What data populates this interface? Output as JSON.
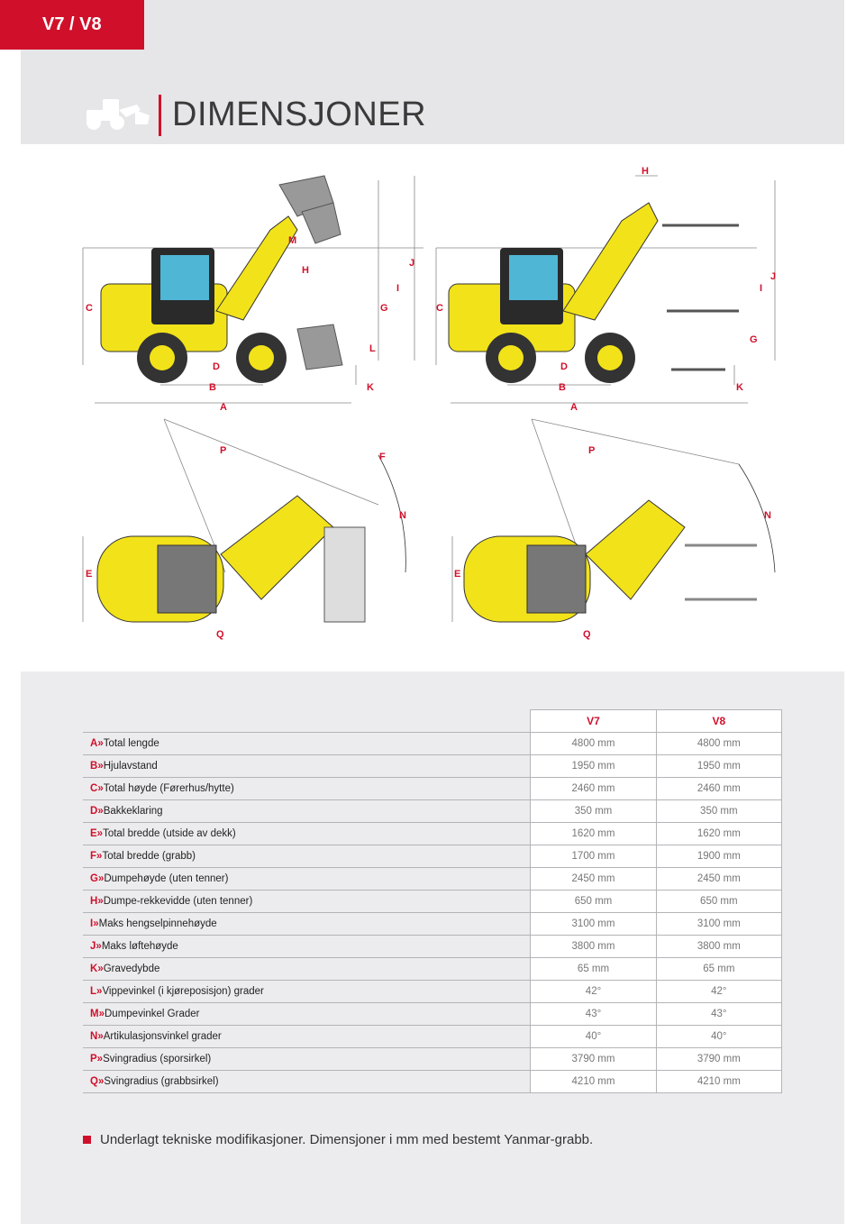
{
  "tab": {
    "label": "V7 / V8"
  },
  "header": {
    "title": "DIMENSJONER",
    "icon": "wheel-loader-icon"
  },
  "figures": {
    "side_left": [
      "H",
      "M",
      "I",
      "J",
      "C",
      "G",
      "L",
      "D",
      "K",
      "B",
      "A"
    ],
    "side_right": [
      "H",
      "I",
      "J",
      "C",
      "G",
      "D",
      "K",
      "B",
      "A"
    ],
    "top_left": [
      "P",
      "F",
      "N",
      "E",
      "Q"
    ],
    "top_right": [
      "P",
      "N",
      "E",
      "Q"
    ]
  },
  "table": {
    "columns": [
      "V7",
      "V8"
    ],
    "rows": [
      {
        "key": "A",
        "label": "Total lengde",
        "v7": "4800 mm",
        "v8": "4800 mm"
      },
      {
        "key": "B",
        "label": "Hjulavstand",
        "v7": "1950 mm",
        "v8": "1950 mm"
      },
      {
        "key": "C",
        "label": "Total høyde (Førerhus/hytte)",
        "v7": "2460 mm",
        "v8": "2460 mm"
      },
      {
        "key": "D",
        "label": "Bakkeklaring",
        "v7": "350 mm",
        "v8": "350 mm"
      },
      {
        "key": "E",
        "label": "Total bredde (utside av dekk)",
        "v7": "1620 mm",
        "v8": "1620 mm"
      },
      {
        "key": "F",
        "label": "Total bredde (grabb)",
        "v7": "1700 mm",
        "v8": "1900 mm"
      },
      {
        "key": "G",
        "label": "Dumpehøyde (uten tenner)",
        "v7": "2450 mm",
        "v8": "2450 mm"
      },
      {
        "key": "H",
        "label": "Dumpe-rekkevidde (uten tenner)",
        "v7": "650 mm",
        "v8": "650 mm"
      },
      {
        "key": "I",
        "label": "Maks hengselpinnehøyde",
        "v7": "3100 mm",
        "v8": "3100 mm"
      },
      {
        "key": "J",
        "label": "Maks løftehøyde",
        "v7": "3800 mm",
        "v8": "3800 mm"
      },
      {
        "key": "K",
        "label": "Gravedybde",
        "v7": "65 mm",
        "v8": "65 mm"
      },
      {
        "key": "L",
        "label": "Vippevinkel (i kjøreposisjon) grader",
        "v7": "42°",
        "v8": "42°"
      },
      {
        "key": "M",
        "label": "Dumpevinkel Grader",
        "v7": "43°",
        "v8": "43°"
      },
      {
        "key": "N",
        "label": "Artikulasjonsvinkel grader",
        "v7": "40°",
        "v8": "40°"
      },
      {
        "key": "P",
        "label": "Svingradius (sporsirkel)",
        "v7": "3790 mm",
        "v8": "3790 mm"
      },
      {
        "key": "Q",
        "label": "Svingradius (grabbsirkel)",
        "v7": "4210 mm",
        "v8": "4210 mm"
      }
    ],
    "separator": "»"
  },
  "footnote": "Underlagt tekniske modifikasjoner. Dimensjoner i mm med bestemt Yanmar-grabb.",
  "colors": {
    "accent": "#d0102b",
    "machine_yellow": "#f2e21a",
    "panel_grey": "#e6e6e8"
  }
}
